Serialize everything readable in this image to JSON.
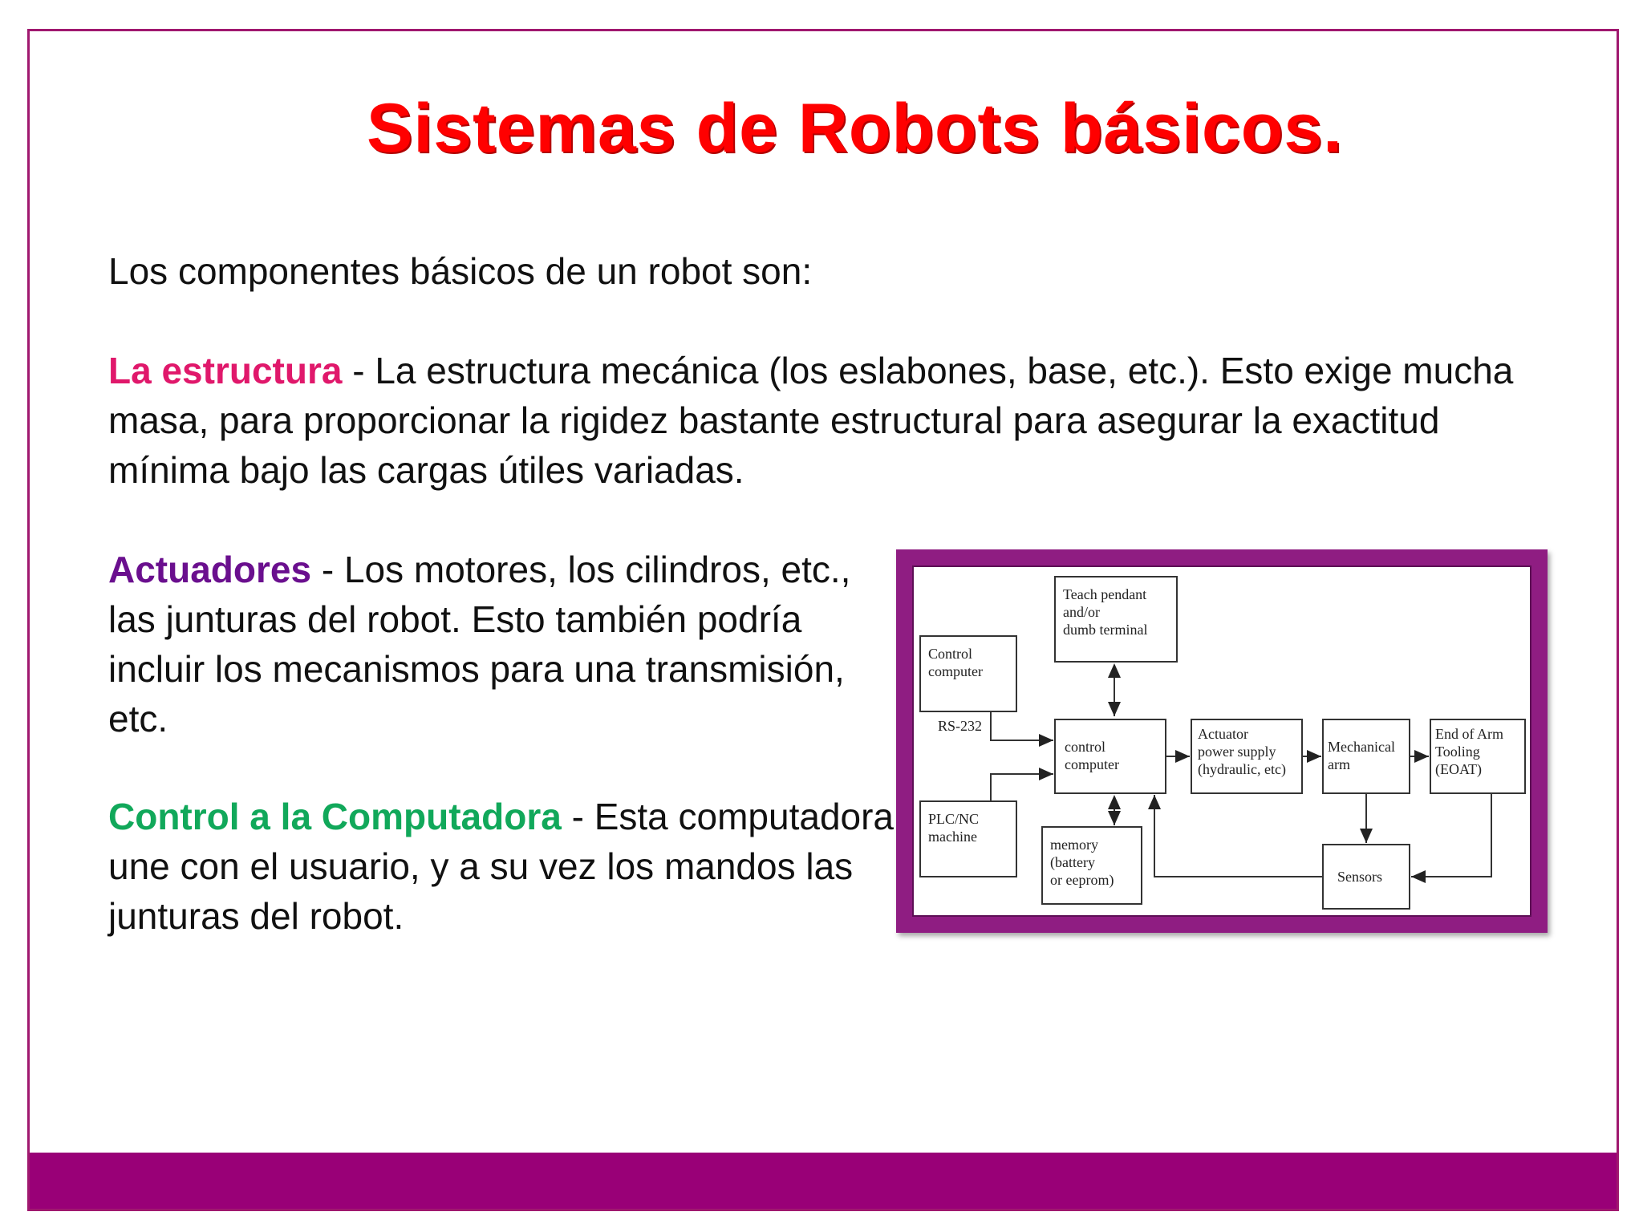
{
  "slide": {
    "title": "Sistemas de Robots básicos.",
    "intro": "Los componentes básicos de un robot son:",
    "paragraphs": [
      {
        "term": "La estructura",
        "text": " - La estructura mecánica (los eslabones, base, etc.). Esto exige mucha masa, para proporcionar la rigidez bastante estructural para asegurar la exactitud mínima bajo las cargas útiles variadas."
      },
      {
        "term": "Actuadores",
        "text": " - Los motores, los cilindros, etc., las junturas del robot. Esto también podría incluir los mecanismos para una transmisión, etc."
      },
      {
        "term": "Control a la Computadora",
        "text": " - Esta computadora une con el usuario, y a su vez los mandos las junturas del robot."
      }
    ]
  },
  "colors": {
    "title": "#ff0000",
    "term_structure": "#e0186b",
    "term_actuators": "#6a0f8e",
    "term_control": "#11a85a",
    "frame": "#8f1d82",
    "footer_bar": "#990077"
  },
  "diagram": {
    "teach_pendant": [
      "Teach pendant",
      "and/or",
      "dumb terminal"
    ],
    "control_computer_ext": [
      "Control",
      "computer"
    ],
    "rs232": "RS-232",
    "plc": [
      "PLC/NC",
      "machine"
    ],
    "control_computer": [
      "control",
      "computer"
    ],
    "actuator": [
      "Actuator",
      "power supply",
      "(hydraulic, etc)"
    ],
    "mech_arm": [
      "Mechanical",
      "arm"
    ],
    "eoat": [
      "End of Arm",
      "Tooling",
      "(EOAT)"
    ],
    "memory": [
      "memory",
      "(battery",
      "or eeprom)"
    ],
    "sensors": "Sensors"
  }
}
